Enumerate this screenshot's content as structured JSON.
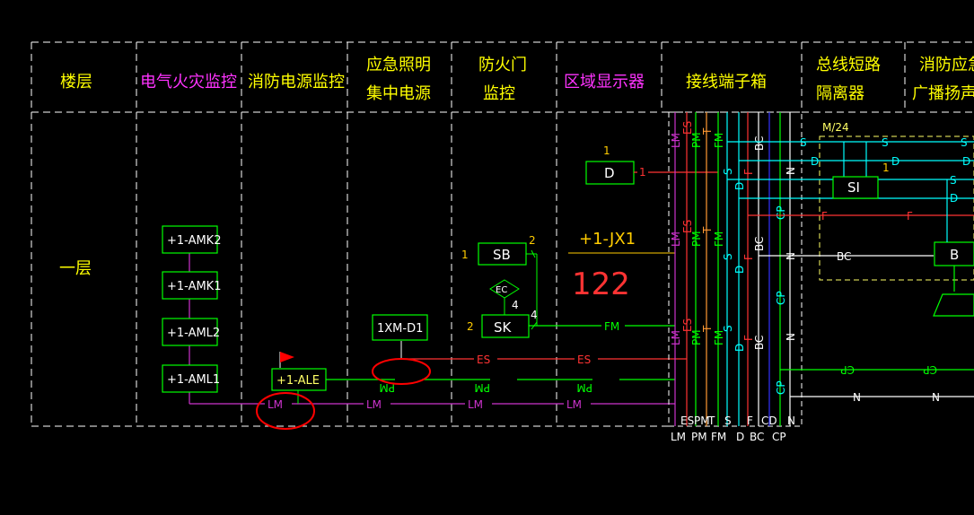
{
  "headers": [
    "楼层",
    "电气火灾监控",
    "消防电源监控",
    "应急照明",
    "集中电源",
    "防火门",
    "监控",
    "区域显示器",
    "接线端子箱",
    "总线短路",
    "隔离器",
    "消防应急",
    "广播扬声器"
  ],
  "floor": "一层",
  "amk": [
    "+1-AMK2",
    "+1-AMK1",
    "+1-AML2",
    "+1-AML1"
  ],
  "ale": "+1-ALE",
  "xm": "1XM-D1",
  "sb": {
    "label": "SB",
    "num1": "1",
    "num2": "2"
  },
  "ec": {
    "label": "EC",
    "num": "4"
  },
  "sk": {
    "label": "SK",
    "num1": "2",
    "num2": "4"
  },
  "d": {
    "label": "D",
    "num1": "1",
    "num2": "1"
  },
  "jx": "+1-JX1",
  "jxnum": "122",
  "si": {
    "label": "SI",
    "num": "1"
  },
  "b": "B",
  "m24": "M/24",
  "lines": {
    "lm": "LM",
    "pm": "PM",
    "es": "ES",
    "fm": "FM",
    "bc": "BC",
    "f": "F",
    "n": "N",
    "cp": "CP",
    "s": "S",
    "d": "D"
  },
  "bottom_labels": [
    "ES",
    "PM",
    "T",
    "S",
    "F",
    "CD",
    "N",
    "LM",
    "PM",
    "FM",
    "D",
    "BC",
    "CP"
  ]
}
